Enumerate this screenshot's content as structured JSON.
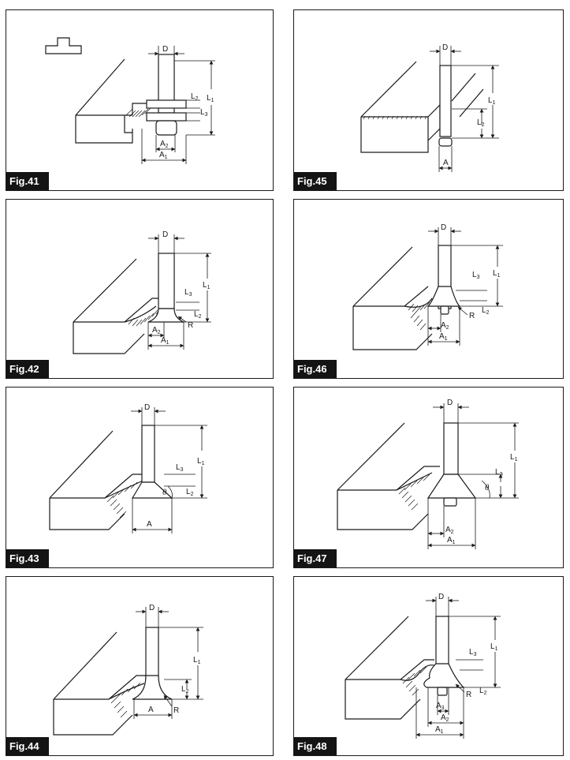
{
  "figures": [
    {
      "id": "41",
      "label": "Fig.41",
      "dims": {
        "D": "D",
        "L1": "L1",
        "L2": "L2",
        "L3": "L3",
        "A1": "A1",
        "A2": "A2"
      }
    },
    {
      "id": "45",
      "label": "Fig.45",
      "dims": {
        "D": "D",
        "L1": "L1",
        "L2": "L2",
        "A": "A"
      }
    },
    {
      "id": "42",
      "label": "Fig.42",
      "dims": {
        "D": "D",
        "L1": "L1",
        "L2": "L2",
        "L3": "L3",
        "A1": "A1",
        "A2": "A2",
        "R": "R"
      }
    },
    {
      "id": "46",
      "label": "Fig.46",
      "dims": {
        "D": "D",
        "L1": "L1",
        "L2": "L2",
        "L3": "L3",
        "A1": "A1",
        "A2": "A2",
        "R": "R"
      }
    },
    {
      "id": "43",
      "label": "Fig.43",
      "dims": {
        "D": "D",
        "L1": "L1",
        "L2": "L2",
        "L3": "L3",
        "A": "A",
        "theta": "θ"
      }
    },
    {
      "id": "47",
      "label": "Fig.47",
      "dims": {
        "D": "D",
        "L1": "L1",
        "L2": "L2",
        "A1": "A1",
        "A2": "A2",
        "theta": "θ"
      }
    },
    {
      "id": "44",
      "label": "Fig.44",
      "dims": {
        "D": "D",
        "L1": "L1",
        "L2": "L2",
        "A": "A",
        "R": "R"
      }
    },
    {
      "id": "48",
      "label": "Fig.48",
      "dims": {
        "D": "D",
        "L1": "L1",
        "L2": "L2",
        "L3": "L3",
        "A1": "A1",
        "A2": "A2",
        "A3": "A3",
        "R": "R"
      }
    }
  ]
}
